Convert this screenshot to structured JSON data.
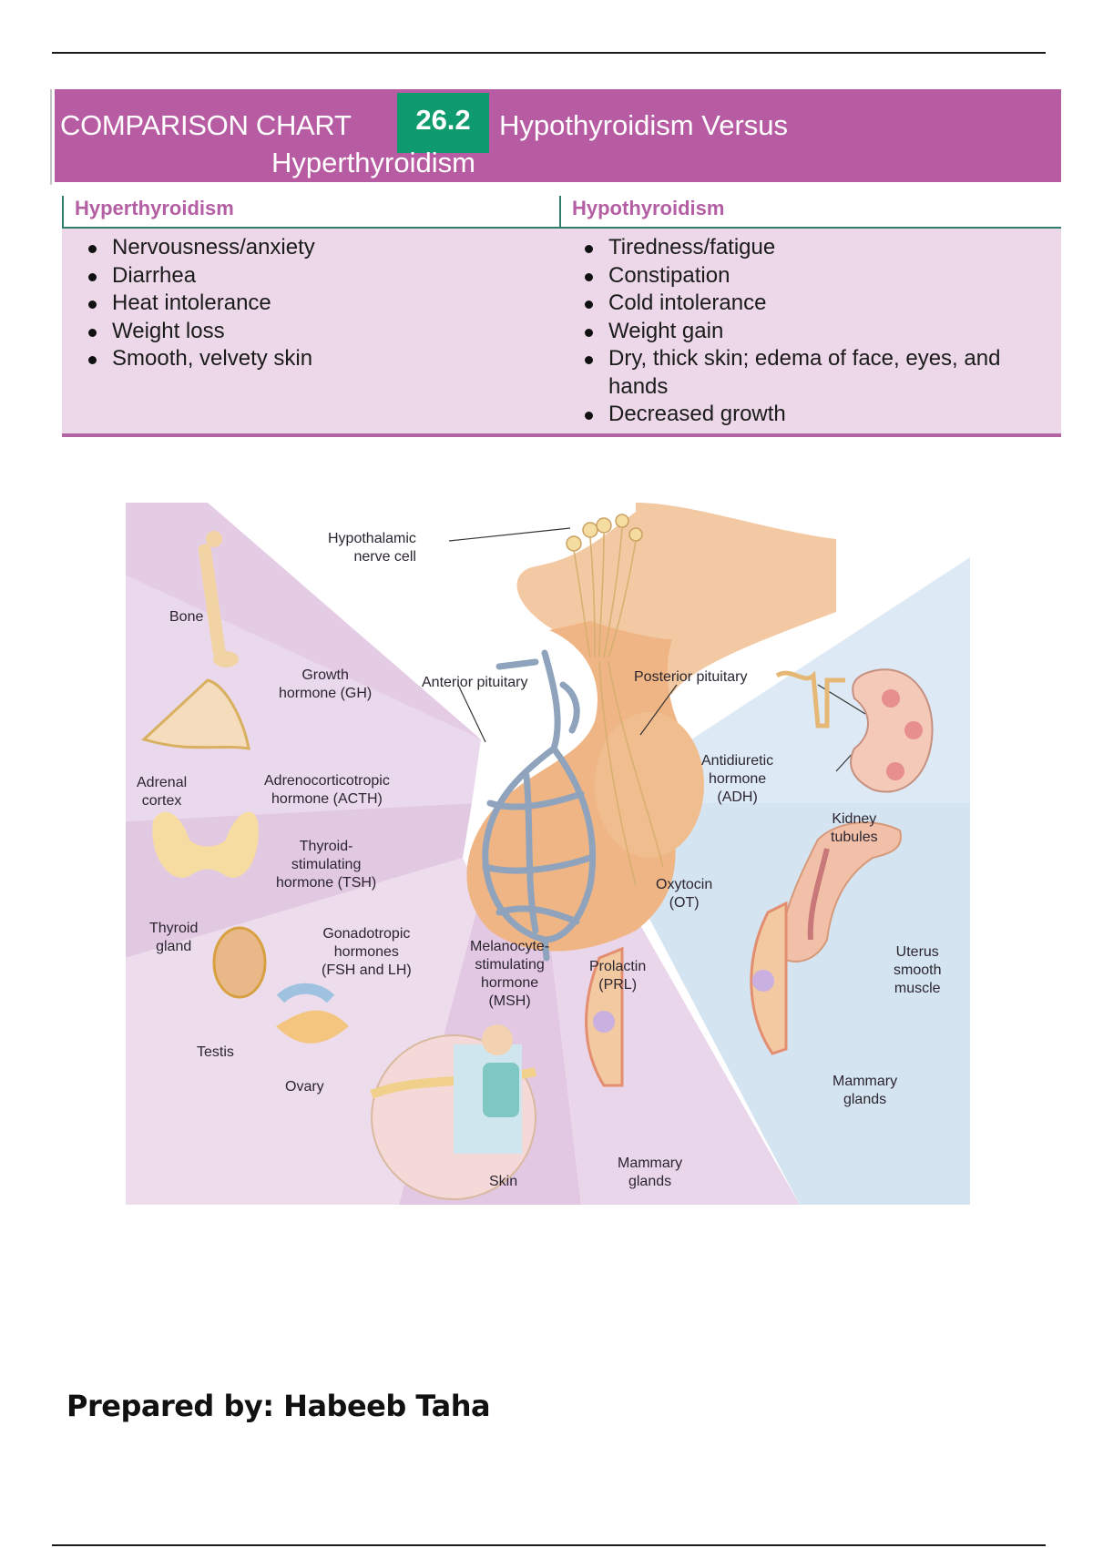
{
  "comparison_chart": {
    "label": "COMPARISON CHART",
    "number": "26.2",
    "title_line1": "Hypothyroidism Versus",
    "title_line2": "Hyperthyroidism",
    "columns": [
      {
        "heading": "Hyperthyroidism",
        "items": [
          "Nervousness/anxiety",
          "Diarrhea",
          "Heat intolerance",
          "Weight loss",
          "Smooth, velvety skin"
        ]
      },
      {
        "heading": "Hypothyroidism",
        "items": [
          "Tiredness/fatigue",
          "Constipation",
          "Cold intolerance",
          "Weight gain",
          "Dry, thick skin; edema of face, eyes, and hands",
          "Decreased growth"
        ]
      }
    ],
    "colors": {
      "header_band": "#b75ca3",
      "number_box": "#0f9b6e",
      "column_heading": "#b45ea3",
      "body_bg": "#ecd8e8",
      "rule_green": "#2f7d6a"
    }
  },
  "illustration": {
    "labels": {
      "hypothalamic_nerve_cell": [
        "Hypothalamic",
        "nerve cell"
      ],
      "bone": [
        "Bone"
      ],
      "growth_hormone": [
        "Growth",
        "hormone (GH)"
      ],
      "anterior_pituitary": [
        "Anterior pituitary"
      ],
      "posterior_pituitary": [
        "Posterior pituitary"
      ],
      "adrenal_cortex": [
        "Adrenal",
        "cortex"
      ],
      "acth": [
        "Adrenocorticotropic",
        "hormone (ACTH)"
      ],
      "adh": [
        "Antidiuretic",
        "hormone",
        "(ADH)"
      ],
      "kidney_tubules": [
        "Kidney",
        "tubules"
      ],
      "tsh": [
        "Thyroid-",
        "stimulating",
        "hormone (TSH)"
      ],
      "thyroid_gland": [
        "Thyroid",
        "gland"
      ],
      "oxytocin": [
        "Oxytocin",
        "(OT)"
      ],
      "gonadotropic": [
        "Gonadotropic",
        "hormones",
        "(FSH and LH)"
      ],
      "msh": [
        "Melanocyte-",
        "stimulating",
        "hormone",
        "(MSH)"
      ],
      "prolactin": [
        "Prolactin",
        "(PRL)"
      ],
      "uterus": [
        "Uterus",
        "smooth",
        "muscle"
      ],
      "testis": [
        "Testis"
      ],
      "ovary": [
        "Ovary"
      ],
      "mammary_glands_right": [
        "Mammary",
        "glands"
      ],
      "skin": [
        "Skin"
      ],
      "mammary_glands_bottom": [
        "Mammary",
        "glands"
      ]
    },
    "colors": {
      "anterior_fan": "#e6cfe6",
      "posterior_fan": "#d8e7f3",
      "pituitary": "#efb584",
      "portal_vessels": "#8fa3bd"
    }
  },
  "footer": {
    "prepared_by": "Prepared by: Habeeb Taha"
  }
}
